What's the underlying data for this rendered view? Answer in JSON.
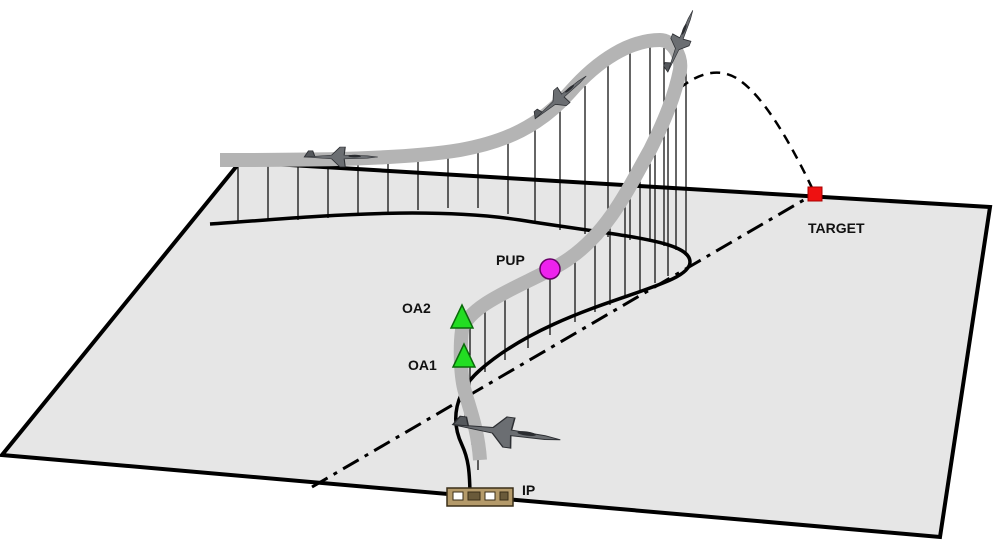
{
  "labels": {
    "target": "TARGET",
    "pup": "PUP",
    "oa2": "OA2",
    "oa1": "OA1",
    "ip": "IP"
  },
  "colors": {
    "ground": "#e6e6e6",
    "path": "#b4b4b4",
    "target_marker": "#ee1111",
    "pup_marker": "#ee22ee",
    "oa_marker": "#22dd22"
  },
  "icons": [
    "fighter-jet-icon",
    "ip-ground-marker-icon"
  ]
}
